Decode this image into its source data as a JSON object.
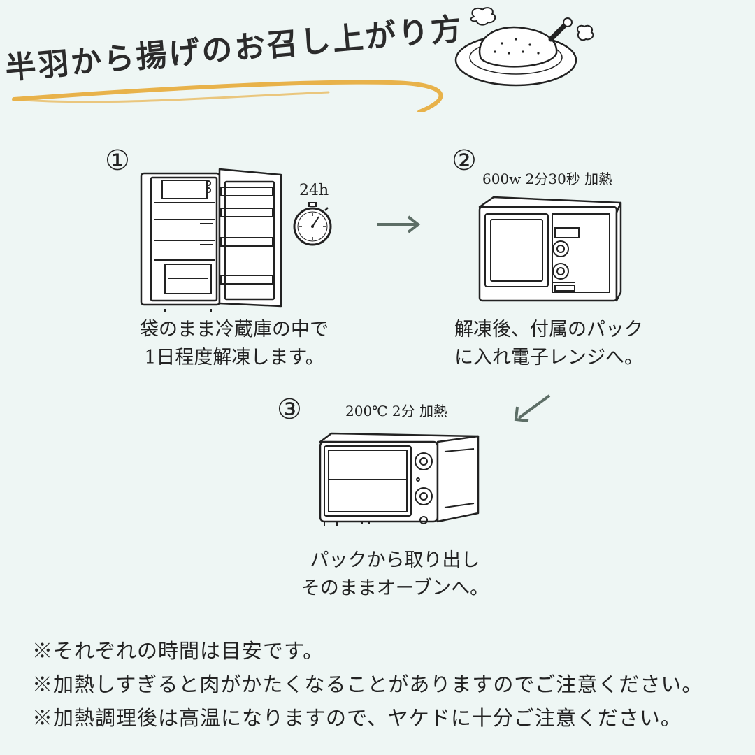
{
  "header": {
    "title": "半羽から揚げのお召し上がり方",
    "accent_color": "#e8b24a",
    "illustration_icon": "roast-chicken-icon"
  },
  "steps": [
    {
      "number": "①",
      "icon": "refrigerator-icon",
      "timer_label": "24h",
      "timer_icon": "stopwatch-icon",
      "caption_line1": "袋のまま冷蔵庫の中で",
      "caption_line2": "1日程度解凍します。"
    },
    {
      "number": "②",
      "icon": "microwave-icon",
      "heat_label": "600w 2分30秒 加熱",
      "caption_line1": "解凍後、付属のパック",
      "caption_line2": "に入れ電子レンジへ。"
    },
    {
      "number": "③",
      "icon": "toaster-oven-icon",
      "heat_label": "200℃ 2分 加熱",
      "caption_line1": "パックから取り出し",
      "caption_line2": "そのままオーブンへ。"
    }
  ],
  "arrow_color": "#5d6e66",
  "notes": [
    "※それぞれの時間は目安です。",
    "※加熱しすぎると肉がかたくなることがありますのでご注意ください。",
    "※加熱調理後は高温になりますので、ヤケドに十分ご注意ください。"
  ]
}
